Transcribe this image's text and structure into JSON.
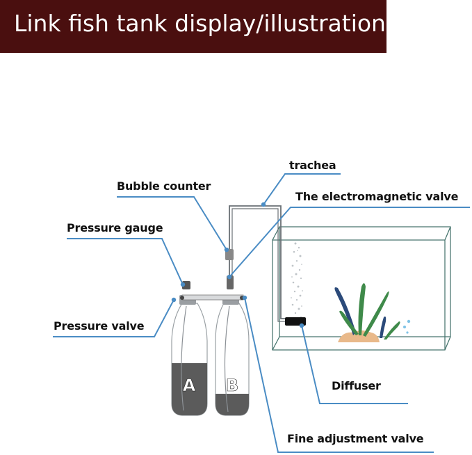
{
  "banner": {
    "title": "Link fish tank display/illustration"
  },
  "labels": {
    "trachea": "trachea",
    "bubble_counter": "Bubble counter",
    "electromagnetic_valve": "The electromagnetic valve",
    "pressure_gauge": "Pressure gauge",
    "pressure_valve": "Pressure valve",
    "diffuser": "Diffuser",
    "fine_adjustment_valve": "Fine adjustment valve"
  },
  "bottles": {
    "left": "A",
    "right": "B"
  },
  "colors": {
    "banner": "#4a0f0f",
    "leader_line": "#4a8cc4",
    "plant_dark": "#2b4a7a",
    "plant_green": "#3f8a4a",
    "rock": "#e9b98a"
  }
}
